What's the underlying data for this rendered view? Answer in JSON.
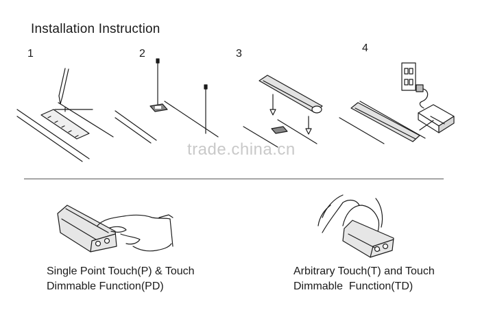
{
  "title": "Installation Instruction",
  "steps": [
    "1",
    "2",
    "3",
    "4"
  ],
  "watermark": "trade.china.cn",
  "captions": {
    "left": {
      "line1": "Single Point Touch(P) & Touch",
      "line2": "Dimmable Function(PD)"
    },
    "right": {
      "line1": "Arbitrary Touch(T) and Touch",
      "line2": "Dimmable  Function(TD)"
    }
  },
  "colors": {
    "ink": "#1a1a1a",
    "watermark": "#c9c9c9",
    "fixture_fill": "#e2e2e2"
  },
  "icons": [
    "pencil-icon",
    "screw-icon",
    "clip-icon",
    "led-bar-icon",
    "wall-outlet-icon",
    "power-adapter-icon",
    "hand-icon"
  ]
}
